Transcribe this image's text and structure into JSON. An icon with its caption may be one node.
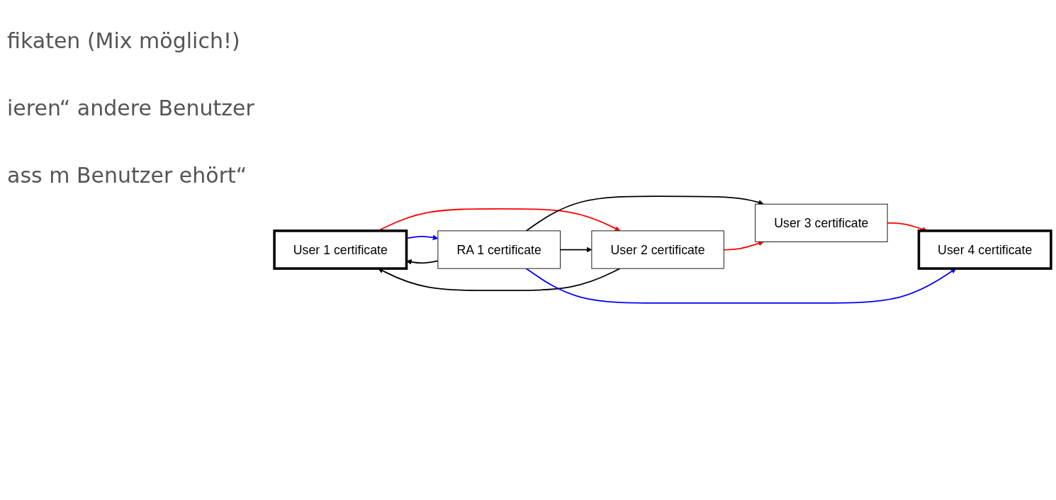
{
  "diagram": {
    "nodes": [
      {
        "text": [
          "User 1 certificate"
        ]
      },
      {
        "text": [
          "User 2 certificate"
        ]
      },
      {
        "text": [
          "User 3 certificate"
        ]
      },
      {
        "text": [
          "User 4 certificate"
        ]
      },
      {
        "text": [
          "RA 1 certificate"
        ]
      }
    ],
    "edges": [
      {
        "from": 0,
        "to": 1,
        "arrow": "to",
        "color": "#ff0000"
      },
      {
        "from": 1,
        "to": 0,
        "arrow": "to"
      },
      {
        "from": 4,
        "to": 0,
        "arrow": "to"
      },
      {
        "from": 0,
        "to": 4,
        "arrow": "to",
        "color": "#0000ff"
      },
      {
        "from": 4,
        "to": 1,
        "arrow": "to"
      },
      {
        "from": 4,
        "to": 2,
        "arrow": "to"
      },
      {
        "from": 1,
        "to": 2,
        "arrow": "to",
        "color": "#ff0000"
      },
      {
        "from": 2,
        "to": 3,
        "arrow": "to",
        "color": "#ff0000"
      },
      {
        "from": 4,
        "to": 3,
        "arrow": "to",
        "color": "#0000ff"
      }
    ],
    "labels": [
      "fikaten (Mix möglich!)",
      "ieren“ andere Benutzer",
      "ass m Benutzer ehört“"
    ]
  }
}
